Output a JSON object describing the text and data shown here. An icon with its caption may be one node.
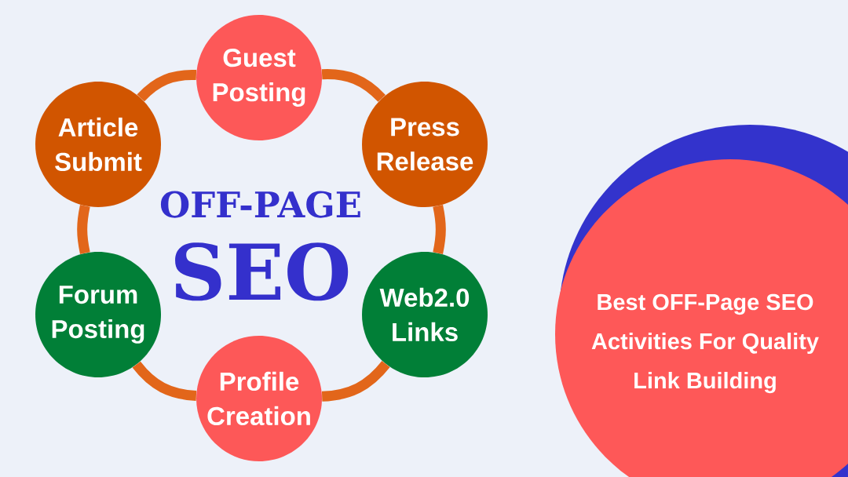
{
  "diagram": {
    "nodes": [
      {
        "text": [
          "Guest Posting"
        ]
      },
      {
        "text": [
          "Article Submit"
        ]
      },
      {
        "text": [
          "Press Release"
        ]
      },
      {
        "text": [
          "Forum Posting"
        ]
      },
      {
        "text": [
          "Web2.0 Links"
        ]
      },
      {
        "text": [
          "Profile Creation"
        ]
      },
      {
        "text": [
          "Best OFF-Page SEO Activities For Quality Link Building"
        ]
      }
    ],
    "edges": [
      {
        "from": 0,
        "to": 2,
        "arrow": "none"
      },
      {
        "from": 2,
        "to": 4,
        "arrow": "none"
      },
      {
        "from": 4,
        "to": 5,
        "arrow": "none"
      },
      {
        "from": 5,
        "to": 3,
        "arrow": "none"
      },
      {
        "from": 3,
        "to": 1,
        "arrow": "none"
      },
      {
        "from": 1,
        "to": 0,
        "arrow": "none"
      }
    ],
    "labels": [
      "OFF-PAGE",
      "SEO"
    ]
  }
}
